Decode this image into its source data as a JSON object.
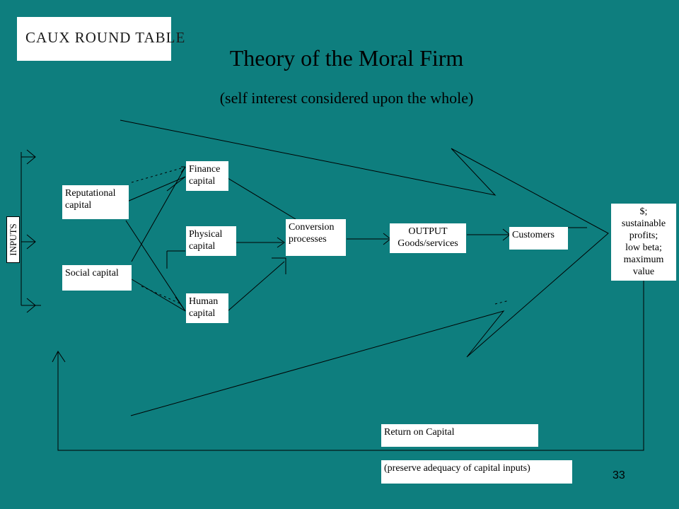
{
  "logo": {
    "text": "CAUX ROUND TABLE"
  },
  "title": "Theory of the Moral Firm",
  "subtitle": "(self interest considered upon the whole)",
  "inputs_label": "INPUTS",
  "boxes": {
    "reputational": "Reputational\ncapital",
    "social": "Social capital",
    "finance": "Finance\ncapital",
    "physical": "Physical\ncapital",
    "human": "Human\ncapital",
    "conversion": "Conversion\nprocesses",
    "output": "OUTPUT\nGoods/services",
    "customers": "Customers",
    "result": "$;\nsustainable\nprofits;\nlow beta;\nmaximum\nvalue",
    "return": "Return on Capital",
    "preserve": "(preserve adequacy of capital inputs)"
  },
  "page_number": "33",
  "colors": {
    "background": "#0e7e7e",
    "box": "#ffffff",
    "line": "#000000"
  }
}
